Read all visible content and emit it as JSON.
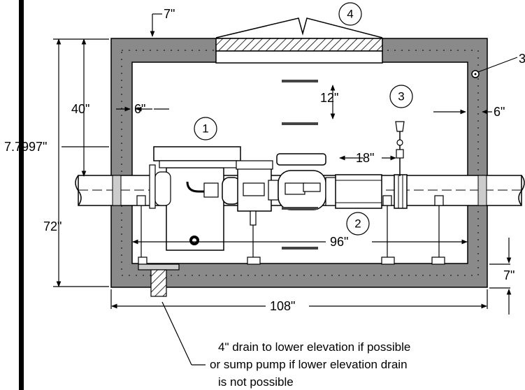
{
  "dimensions": {
    "top_clearance": "7\"",
    "wall_height": "40\"",
    "side_gap_left": "6\"",
    "side_gap_right": "6\"",
    "height_to_pipe": "7.7997\"",
    "overall_height": "72\"",
    "pipe_gap_12": "12\"",
    "pipe_gap_18": "18\"",
    "inner_width": "96\"",
    "outer_width": "108\"",
    "floor_thickness": "7\""
  },
  "callouts": [
    "1",
    "2",
    "3",
    "4"
  ],
  "partial_label": "3",
  "drain_note": [
    "4\" drain to lower elevation if possible",
    "or sump pump if lower elevation drain",
    "is not possible"
  ],
  "colors": {
    "wall_fill": "#8a8a8a",
    "line": "#000000",
    "background": "#ffffff",
    "pipe_fill": "#ffffff"
  }
}
